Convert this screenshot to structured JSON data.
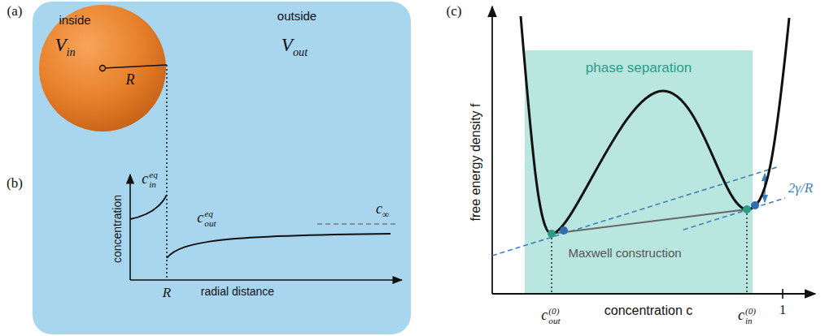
{
  "diagram": {
    "nodes": [
      {
        "text": [
          "outside",
          "V_out"
        ]
      },
      {
        "text": [
          "inside",
          "V_in",
          "R"
        ],
        "in": 0
      },
      {
        "text": [
          "phase separation"
        ]
      }
    ],
    "labels": [
      "(a)",
      "(b)",
      "(c)",
      "concentration",
      "R",
      "radial distance",
      "c_in^eq",
      "c_out^eq",
      "c_∞",
      "free energy density f",
      "concentration c",
      "c_out^(0)",
      "c_in^(0)",
      "1",
      "2γ/R",
      "Maxwell construction"
    ]
  }
}
